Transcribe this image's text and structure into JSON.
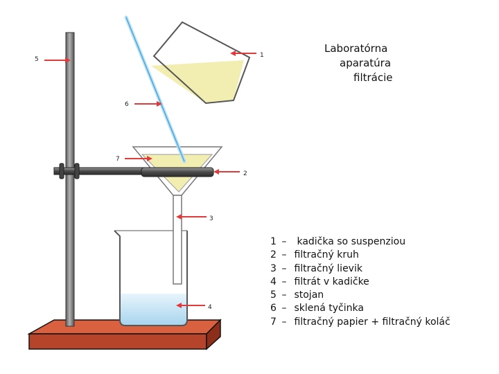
{
  "title": {
    "line1": "Laboratórna",
    "line2": "aparatúra",
    "line3": "filtrácie"
  },
  "callouts": [
    "1",
    "2",
    "3",
    "4",
    "5",
    "6",
    "7"
  ],
  "legend": {
    "separator": "–",
    "items": [
      {
        "number": "1",
        "text": "kadička so suspenziou"
      },
      {
        "number": "2",
        "text": "filtračný kruh"
      },
      {
        "number": "3",
        "text": "filtračný lievik"
      },
      {
        "number": "4",
        "text": "filtrát v kadičke"
      },
      {
        "number": "5",
        "text": "stojan"
      },
      {
        "number": "6",
        "text": "sklená tyčinka"
      },
      {
        "number": "7",
        "text": "filtračný papier + filtračný koláč"
      }
    ]
  },
  "colors": {
    "arrow": "#e03a3a",
    "stand_base": "#b5442a",
    "suspension": "#f2eeb2",
    "filtrate": "#a6d4ee",
    "rod": "#7c7c7c",
    "clamp": "#5d5d5d"
  }
}
